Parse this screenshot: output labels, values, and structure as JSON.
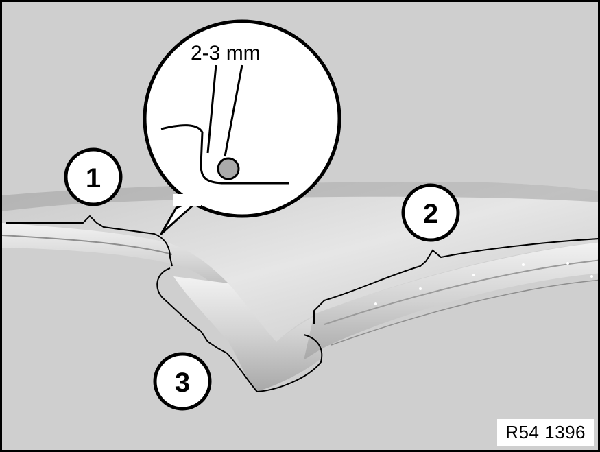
{
  "detail": {
    "dimension_label": "2-3 mm"
  },
  "callouts": [
    {
      "id": "1",
      "label": "1"
    },
    {
      "id": "2",
      "label": "2"
    },
    {
      "id": "3",
      "label": "3"
    }
  ],
  "reference_code": "R54 1396",
  "colors": {
    "background": "#cfcfcf",
    "part_light": "#e4e4e4",
    "part_mid": "#b5b5b5",
    "outline": "#000000"
  }
}
